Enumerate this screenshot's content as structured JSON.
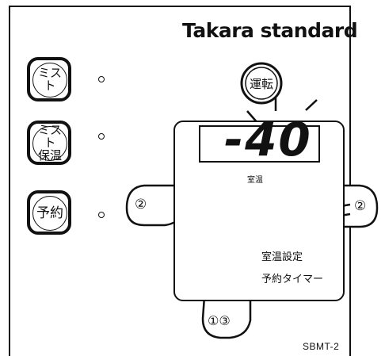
{
  "brand": "Takara standard",
  "side_buttons": {
    "mist": "ミスト",
    "mist_warm_top": "ミスト",
    "mist_warm_bottom": "保温",
    "reserve": "予約"
  },
  "run_button": "運転",
  "display": {
    "value": "-40",
    "room_temp_label": "室温"
  },
  "mode_labels": {
    "room_temp_setting": "室温設定",
    "reserve_timer": "予約タイマー"
  },
  "step_markers": {
    "left": "②",
    "right": "②",
    "bottom": "①③"
  },
  "model_code": "SBMT-2",
  "colors": {
    "ink": "#111111",
    "background": "#ffffff"
  }
}
